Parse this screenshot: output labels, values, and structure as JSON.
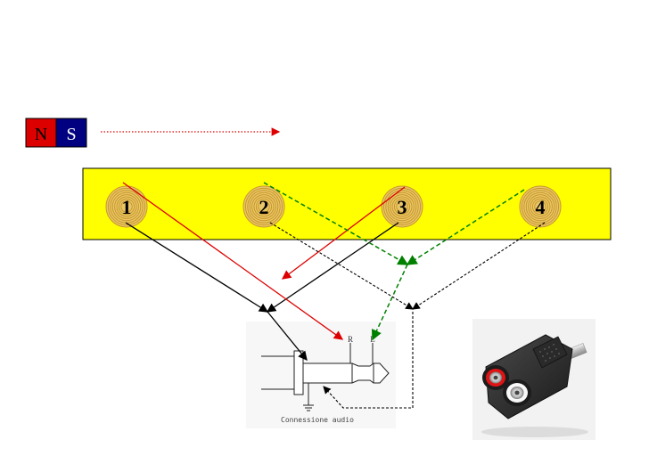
{
  "magnet": {
    "north_label": "N",
    "south_label": "S",
    "north_color": "#dd0000",
    "south_color": "#000080",
    "north_text_color": "#000000",
    "south_text_color": "#ffffff",
    "motion_arrow_color": "#dd0000"
  },
  "board": {
    "color": "#ffff00"
  },
  "coils": [
    {
      "label": "1"
    },
    {
      "label": "2"
    },
    {
      "label": "3"
    },
    {
      "label": "4"
    }
  ],
  "coil_color": "#c8962a",
  "wire_colors": {
    "black": "#000000",
    "red": "#dd0000",
    "green": "#008000"
  },
  "plug": {
    "caption": "Connessione audio",
    "pin_r": "R",
    "pin_l": "L"
  },
  "adapter_photo": {
    "description_icon": "stereo-to-dual-rca-adapter-photo"
  }
}
